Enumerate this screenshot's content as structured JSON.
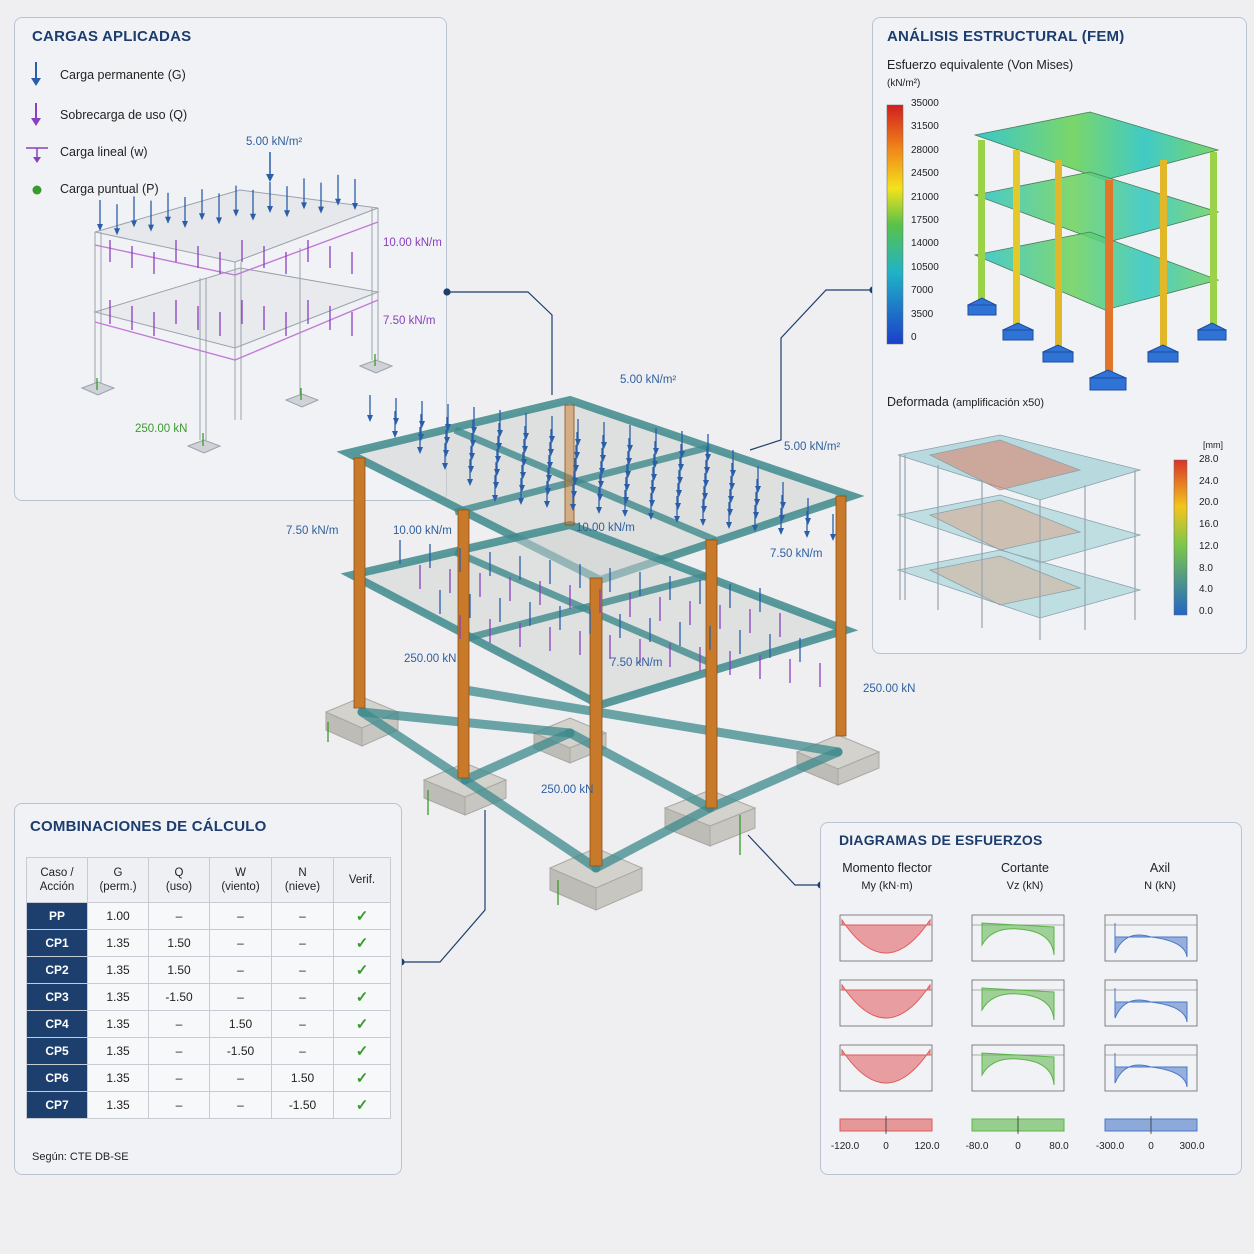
{
  "cargas": {
    "title": "CARGAS APLICADAS",
    "legend": [
      {
        "label": "Carga permanente (G)",
        "icon": "blue-arrow-icon"
      },
      {
        "label": "Sobrecarga de uso (Q)",
        "icon": "purple-arrow-icon"
      },
      {
        "label": "Carga lineal (w)",
        "icon": "line-load-icon"
      },
      {
        "label": "Carga puntual (P)",
        "icon": "green-dot-icon"
      }
    ],
    "labels": {
      "area": "5.00 kN/m²",
      "line_top": "10.00 kN/m",
      "line_mid": "7.50 kN/m",
      "point": "250.00 kN"
    }
  },
  "main_model": {
    "labels": [
      "5.00 kN/m²",
      "5.00 kN/m²",
      "7.50 kN/m",
      "10.00 kN/m",
      "10.00 kN/m",
      "7.50 kN/m",
      "250.00 kN",
      "7.50 kN/m",
      "250.00 kN",
      "250.00 kN"
    ]
  },
  "fem": {
    "title": "ANÁLISIS ESTRUCTURAL (FEM)",
    "stress_title": "Esfuerzo equivalente (Von Mises)",
    "stress_unit": "(kN/m²)",
    "stress_ticks": [
      "35000",
      "31500",
      "28000",
      "24500",
      "21000",
      "17500",
      "14000",
      "10500",
      "7000",
      "3500",
      "0"
    ],
    "deform_title": "Deformada",
    "deform_sub": "(amplificación x50)",
    "deform_unit": "[mm]",
    "deform_ticks": [
      "28.0",
      "24.0",
      "20.0",
      "16.0",
      "12.0",
      "8.0",
      "4.0",
      "0.0"
    ]
  },
  "combinaciones": {
    "title": "COMBINACIONES DE CÁLCULO",
    "headers": [
      [
        "Caso /",
        "Acción"
      ],
      [
        "G",
        "(perm.)"
      ],
      [
        "Q",
        "(uso)"
      ],
      [
        "W",
        "(viento)"
      ],
      [
        "N",
        "(nieve)"
      ],
      [
        "Verif.",
        ""
      ]
    ],
    "rows": [
      [
        "PP",
        "1.00",
        "–",
        "–",
        "–"
      ],
      [
        "CP1",
        "1.35",
        "1.50",
        "–",
        "–"
      ],
      [
        "CP2",
        "1.35",
        "1.50",
        "–",
        "–"
      ],
      [
        "CP3",
        "1.35",
        "-1.50",
        "–",
        "–"
      ],
      [
        "CP4",
        "1.35",
        "–",
        "1.50",
        "–"
      ],
      [
        "CP5",
        "1.35",
        "–",
        "-1.50",
        "–"
      ],
      [
        "CP6",
        "1.35",
        "–",
        "–",
        "1.50"
      ],
      [
        "CP7",
        "1.35",
        "–",
        "–",
        "-1.50"
      ]
    ],
    "check": "✓",
    "footer": "Según: CTE DB-SE"
  },
  "diagramas": {
    "title": "DIAGRAMAS DE ESFUERZOS",
    "columns": [
      {
        "title": "Momento flector",
        "sub": "My (kN·m)",
        "color": "#e05a5a",
        "scale": [
          "-120.0",
          "0",
          "120.0"
        ]
      },
      {
        "title": "Cortante",
        "sub": "Vz (kN)",
        "color": "#5bb548",
        "scale": [
          "-80.0",
          "0",
          "80.0"
        ]
      },
      {
        "title": "Axil",
        "sub": "N (kN)",
        "color": "#4a78c8",
        "scale": [
          "-300.0",
          "0",
          "300.0"
        ]
      }
    ]
  },
  "colors": {
    "accent": "#1c3f6e",
    "steel": "#3e8a8c",
    "column": "#c87a2a",
    "blue_load": "#2a5ea8",
    "purple_load": "#8a3fbf",
    "green": "#3a9a2e"
  }
}
